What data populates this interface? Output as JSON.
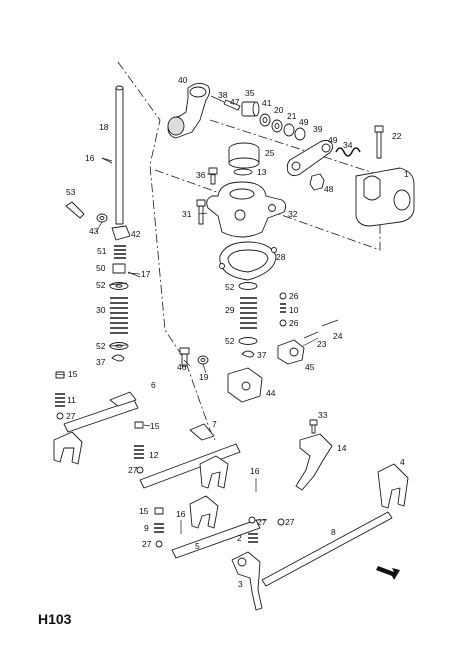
{
  "diagram_code": "H103",
  "callouts": {
    "c40": "40",
    "c38": "38",
    "c47": "47",
    "c35": "35",
    "c41": "41",
    "c20": "20",
    "c21": "21",
    "c49a": "49",
    "c39": "39",
    "c49b": "49",
    "c34": "34",
    "c22": "22",
    "c18": "18",
    "c25": "25",
    "c16a": "16",
    "c36": "36",
    "c13": "13",
    "c1": "1",
    "c48": "48",
    "c53": "53",
    "c31": "31",
    "c32": "32",
    "c43": "43",
    "c42": "42",
    "c51": "51",
    "c50": "50",
    "c17": "17",
    "c28": "28",
    "c52a": "52",
    "c52b": "52",
    "c30": "30",
    "c26a": "26",
    "c10": "10",
    "c29": "29",
    "c26b": "26",
    "c24": "24",
    "c52c": "52",
    "c52d": "52",
    "c23": "23",
    "c37a": "37",
    "c37b": "37",
    "c46": "46",
    "c19": "19",
    "c45": "45",
    "c15a": "15",
    "c6": "6",
    "c44": "44",
    "c11": "11",
    "c27a": "27",
    "c33": "33",
    "c15b": "15",
    "c7": "7",
    "c14": "14",
    "c12": "12",
    "c27b": "27",
    "c4": "4",
    "c16b": "16",
    "c15c": "15",
    "c16c": "16",
    "c9": "9",
    "c27c": "27",
    "c27d": "27",
    "c8": "8",
    "c2": "2",
    "c27e": "27",
    "c5": "5",
    "c3": "3"
  },
  "icons": {
    "direction": "arrow-icon"
  }
}
